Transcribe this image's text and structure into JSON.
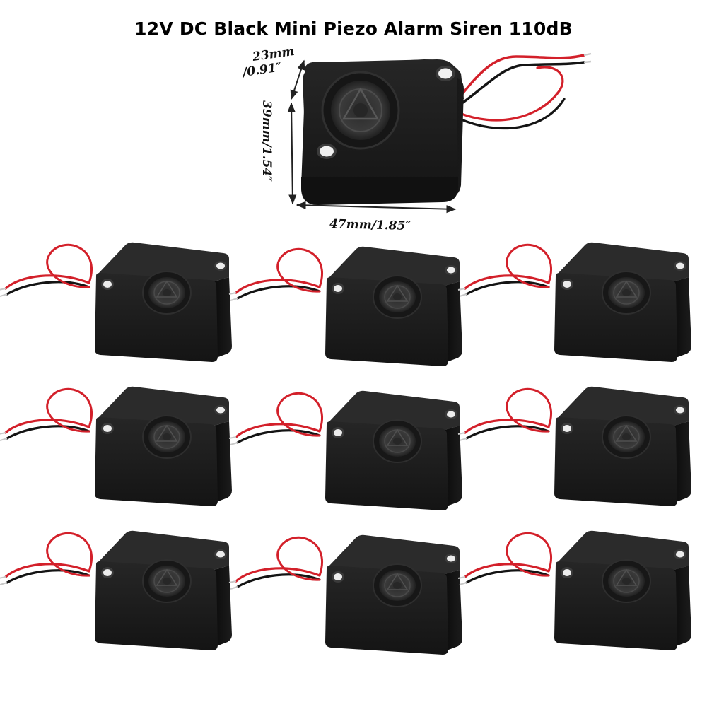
{
  "title": "12V DC Black Mini Piezo Alarm Siren 110dB",
  "dimensions": {
    "depth_mm": "23mm",
    "depth_in": "/0.91″",
    "height": "39mm/1.54″",
    "width": "47mm/1.85″"
  },
  "units_shown": 9,
  "colors": {
    "housing": "#1b1b1b",
    "housing_side": "#101010",
    "wire_red": "#d3202a",
    "wire_black": "#141414"
  },
  "icons": {
    "product": "piezo-siren",
    "dimension_arrow": "double-arrow"
  }
}
